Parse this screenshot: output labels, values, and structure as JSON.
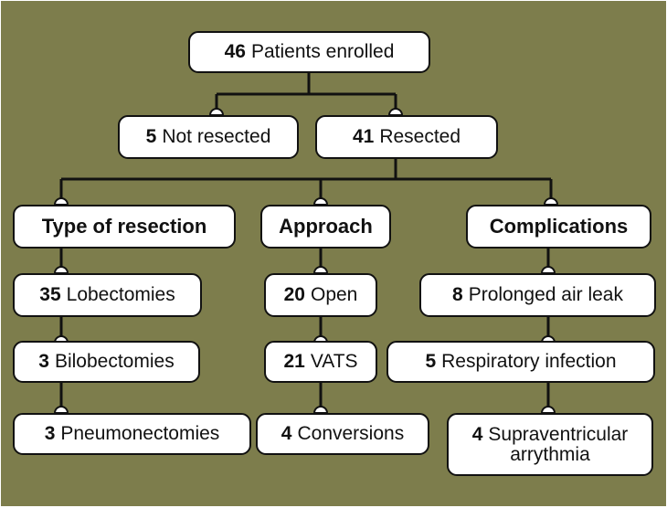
{
  "colors": {
    "background": "#7d7d4c",
    "box_fill": "#ffffff",
    "line": "#111111"
  },
  "nodes": {
    "enrolled": {
      "count": "46",
      "label": "Patients enrolled"
    },
    "not_resected": {
      "count": "5",
      "label": "Not resected"
    },
    "resected": {
      "count": "41",
      "label": "Resected"
    },
    "type_of_resection": {
      "label": "Type of resection"
    },
    "approach": {
      "label": "Approach"
    },
    "complications": {
      "label": "Complications"
    },
    "lobectomies": {
      "count": "35",
      "label": "Lobectomies"
    },
    "bilobectomies": {
      "count": "3",
      "label": "Bilobectomies"
    },
    "pneumonectomies": {
      "count": "3",
      "label": "Pneumonectomies"
    },
    "open": {
      "count": "20",
      "label": "Open"
    },
    "vats": {
      "count": "21",
      "label": "VATS"
    },
    "conversions": {
      "count": "4",
      "label": "Conversions"
    },
    "air_leak": {
      "count": "8",
      "label": "Prolonged air leak"
    },
    "respiratory_infection": {
      "count": "5",
      "label": "Respiratory infection"
    },
    "arrhythmia": {
      "count": "4",
      "label": "Supraventricular",
      "label_line2": "arrythmia"
    }
  }
}
